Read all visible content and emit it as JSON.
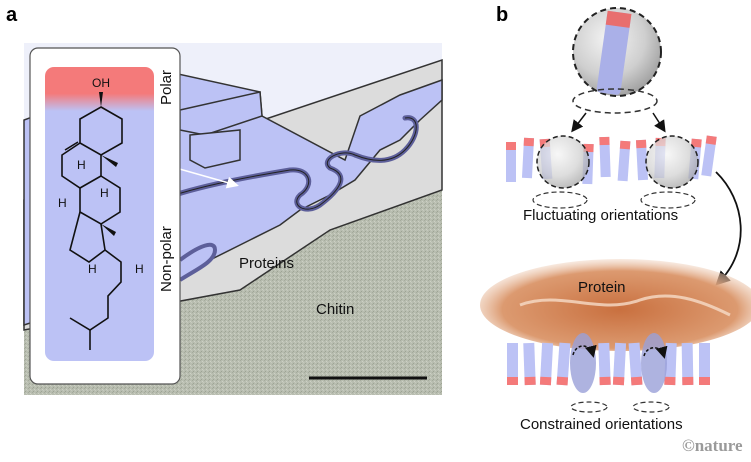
{
  "figure": {
    "panels": [
      {
        "letter": "a",
        "molecule_card": {
          "functional_group": "OH",
          "polar_label": "Polar",
          "nonpolar_label": "Non-polar",
          "hydrogen_labels": [
            "H",
            "H",
            "H",
            "H",
            "H"
          ]
        },
        "region_labels": {
          "proteins": "Proteins",
          "chitin": "Chitin"
        },
        "scale_bar": true
      },
      {
        "letter": "b",
        "captions": {
          "fluctuating": "Fluctuating orientations",
          "protein": "Protein",
          "constrained": "Constrained orientations"
        }
      }
    ],
    "credit": "©nature",
    "colors": {
      "polar_head": "#f47a7a",
      "nonpolar_body": "#bcc2f5",
      "protein_layer": "#bcc2f5",
      "protein_outline": "#5d5f9a",
      "cuticle_gray": "#dcdcdc",
      "chitin_green": "#b9beb0",
      "protein_blob": "#d98a5a",
      "background_panel": "#eef0fa"
    }
  }
}
